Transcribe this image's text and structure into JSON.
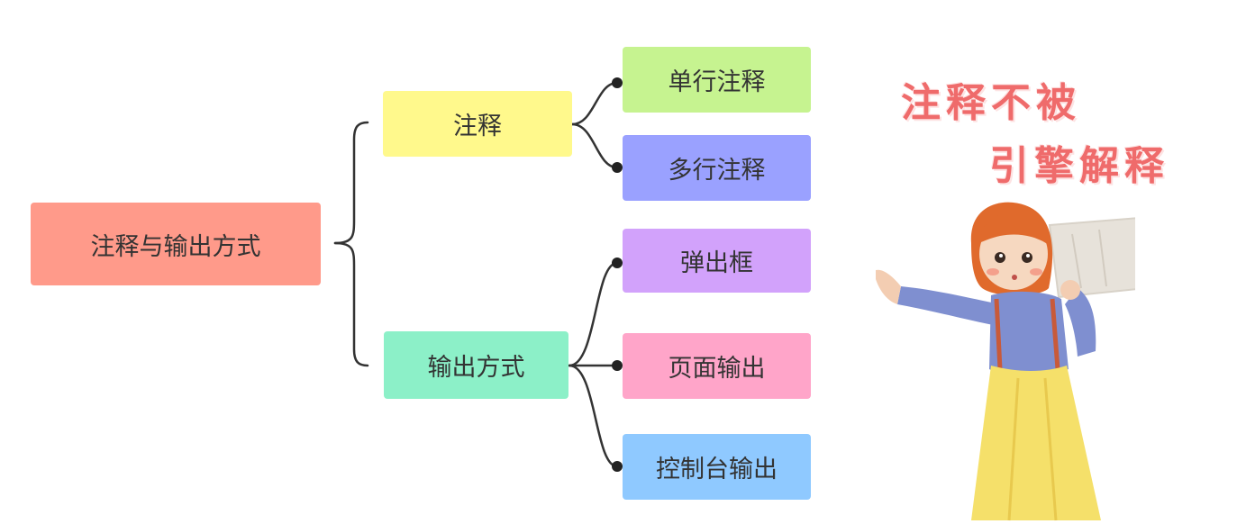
{
  "mindmap": {
    "root": {
      "label": "注释与输出方式",
      "color": "#ff9a8a"
    },
    "branches": [
      {
        "label": "注释",
        "color": "#fff98c",
        "children": [
          {
            "label": "单行注释",
            "color": "#c6f390"
          },
          {
            "label": "多行注释",
            "color": "#9aa1ff"
          }
        ]
      },
      {
        "label": "输出方式",
        "color": "#8cf0c8",
        "children": [
          {
            "label": "弹出框",
            "color": "#d2a2fb"
          },
          {
            "label": "页面输出",
            "color": "#ffa5c9"
          },
          {
            "label": "控制台输出",
            "color": "#8fc9ff"
          }
        ]
      }
    ]
  },
  "caption": {
    "line1": "注释不被",
    "line2": "引擎解释"
  },
  "illustration": {
    "icon": "girl-holding-map-illustration"
  },
  "colors": {
    "connector": "#333333",
    "caption": "#ef6b6b"
  }
}
